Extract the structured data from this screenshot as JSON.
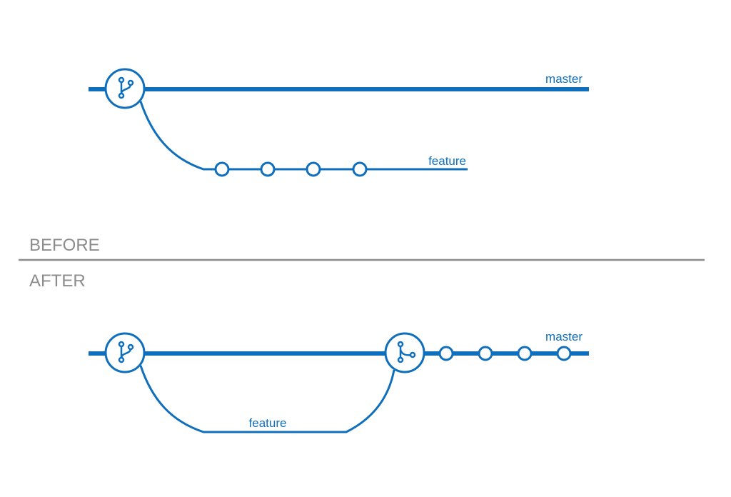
{
  "diagram": {
    "colors": {
      "branch": "#0f6fbc",
      "divider": "#8c8c8c",
      "section_label": "#8c8c8c",
      "node_fill": "#ffffff"
    },
    "before": {
      "label": "BEFORE",
      "master_label": "master",
      "feature_label": "feature",
      "branch_point_icon": "branch-icon",
      "feature_commit_count": 4
    },
    "after": {
      "label": "AFTER",
      "master_label": "master",
      "feature_label": "feature",
      "branch_point_icon": "branch-icon",
      "merge_point_icon": "merge-icon",
      "master_commit_count": 4
    }
  }
}
